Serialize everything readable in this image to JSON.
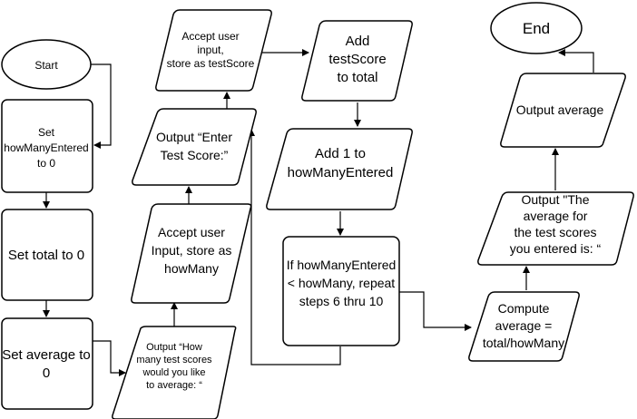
{
  "nodes": {
    "start": {
      "lines": [
        "Start"
      ]
    },
    "set_how_many": {
      "lines": [
        "Set",
        "howManyEntered",
        "to 0"
      ]
    },
    "set_total": {
      "lines": [
        "Set total to 0"
      ]
    },
    "set_average": {
      "lines": [
        "Set average to",
        "0"
      ]
    },
    "output_how_many": {
      "lines": [
        "Output “How",
        "many test scores",
        "would you like",
        "to average:  “"
      ]
    },
    "accept_how_many": {
      "lines": [
        "Accept user",
        "Input, store as",
        "howMany"
      ]
    },
    "output_enter": {
      "lines": [
        "Output “Enter",
        "Test Score:”"
      ]
    },
    "accept_score": {
      "lines": [
        "Accept user",
        "input,",
        "store as testScore"
      ]
    },
    "add_score": {
      "lines": [
        "Add",
        "testScore",
        "to total"
      ]
    },
    "add_one": {
      "lines": [
        "Add 1 to",
        "howManyEntered"
      ]
    },
    "if_repeat": {
      "lines": [
        "If howManyEntered",
        "< howMany, repeat",
        "steps 6 thru 10"
      ]
    },
    "compute_average": {
      "lines": [
        "Compute",
        "average =",
        "total/howMany"
      ]
    },
    "output_the_avg": {
      "lines": [
        "Output \"The",
        "average for",
        "the test scores",
        "you entered is: “"
      ]
    },
    "output_average": {
      "lines": [
        "Output average"
      ]
    },
    "end": {
      "lines": [
        "End"
      ]
    }
  }
}
